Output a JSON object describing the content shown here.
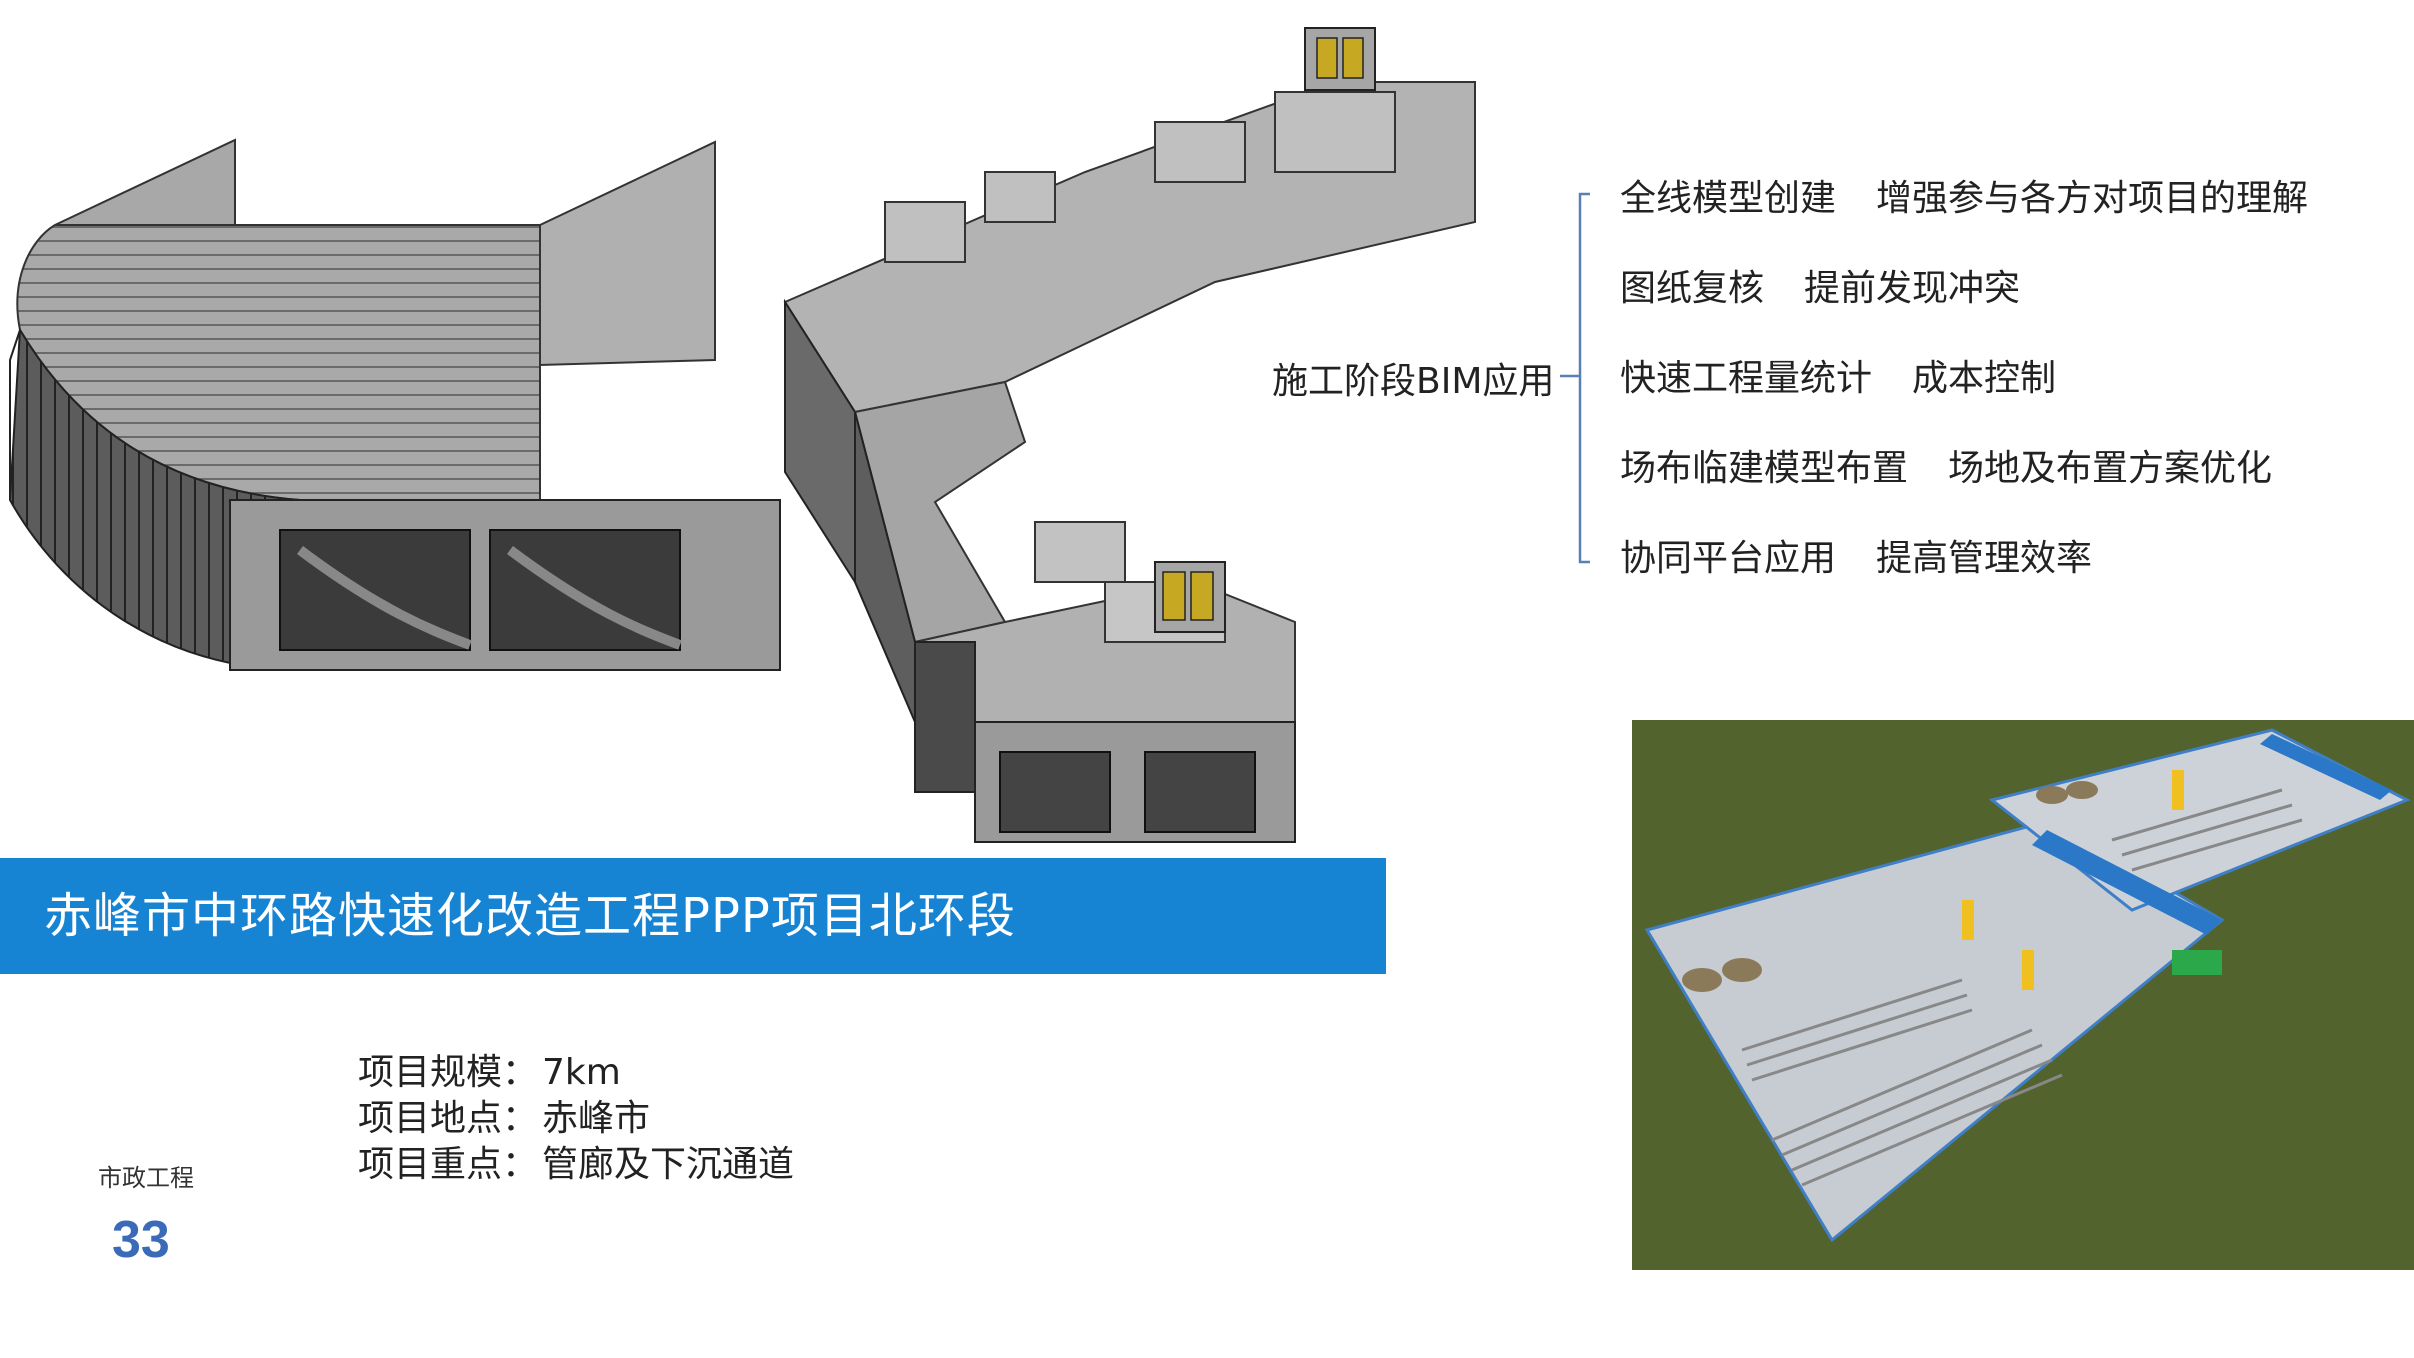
{
  "banner": {
    "title": "赤峰市中环路快速化改造工程PPP项目北环段",
    "color": "#1683d3"
  },
  "mindmap": {
    "root": "施工阶段BIM应用",
    "items": [
      {
        "main": "全线模型创建",
        "sub": "增强参与各方对项目的理解"
      },
      {
        "main": "图纸复核",
        "sub": "提前发现冲突"
      },
      {
        "main": "快速工程量统计",
        "sub": "成本控制"
      },
      {
        "main": "场布临建模型布置",
        "sub": "场地及布置方案优化"
      },
      {
        "main": "协同平台应用",
        "sub": "提高管理效率"
      }
    ]
  },
  "project_info": [
    {
      "label": "项目规模",
      "sep": "：",
      "value": "7km"
    },
    {
      "label": "项目地点",
      "sep": "：",
      "value": "赤峰市"
    },
    {
      "label": "项目重点",
      "sep": "：",
      "value": "管廊及下沉通道"
    }
  ],
  "footer": {
    "category": "市政工程",
    "page_number": "33",
    "page_number_color": "#3a6ab8"
  },
  "images": {
    "left_model": "curved-gallery-3d-model",
    "right_model": "sinuous-corridor-3d-model",
    "site_render": "site-layout-render"
  }
}
